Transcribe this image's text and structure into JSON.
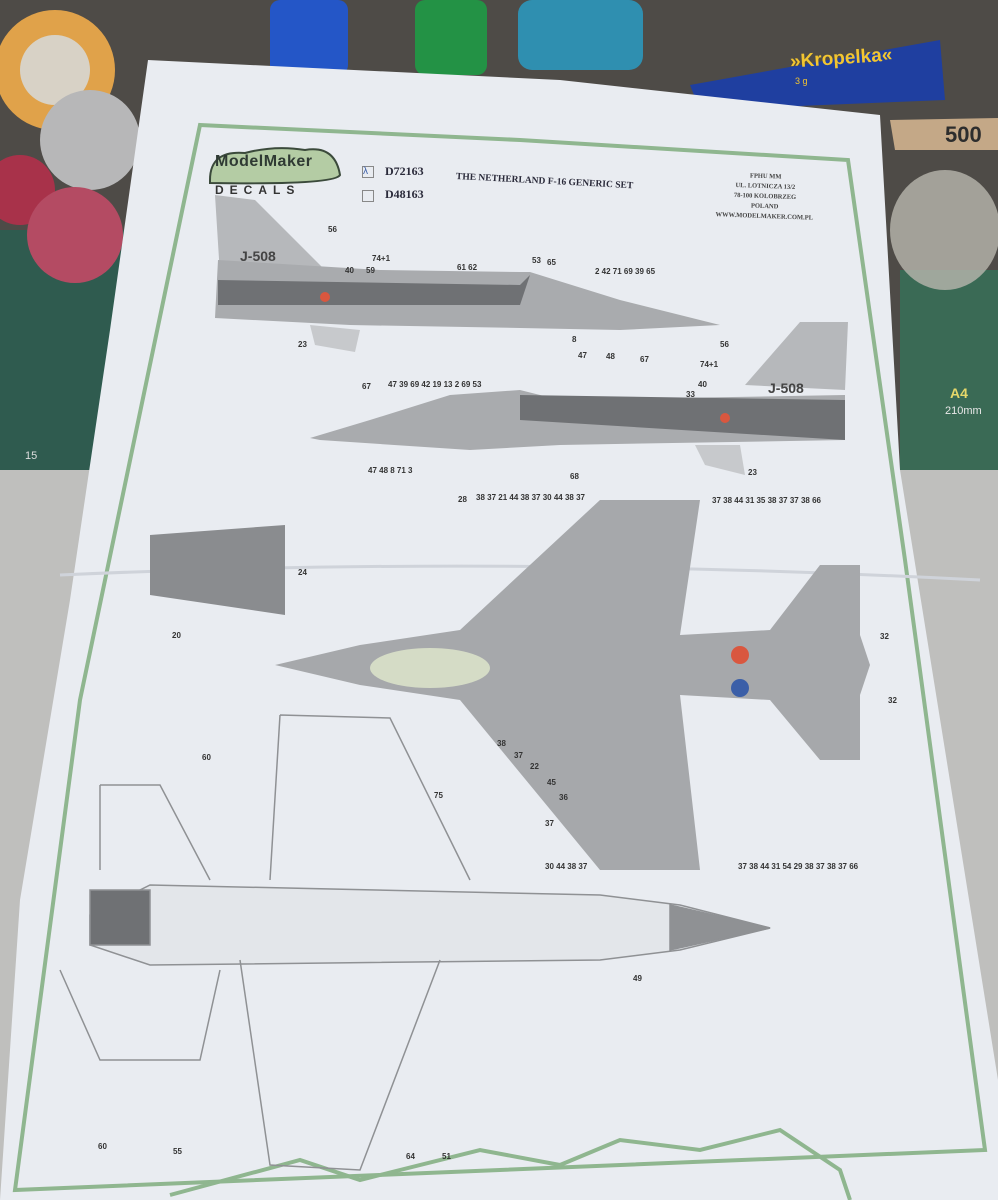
{
  "header": {
    "logo_top": "ModelMaker",
    "logo_bottom": "DECALS",
    "code_1": "D72163",
    "code_2": "D48163",
    "title": "THE NETHERLAND F-16 GENERIC SET",
    "address": [
      "FPHU MM",
      "UL. LOTNICZA 13/2",
      "78-100 KOLOBRZEG",
      "POLAND",
      "WWW.MODELMAKER.COM.PL"
    ]
  },
  "background": {
    "glue_brand": "»Kropelka«",
    "glue_size": "3 g",
    "ruler_mark": "500",
    "mat_label": "A4",
    "mat_size": "210mm",
    "mat_number": "15"
  },
  "aircraft": {
    "serial_1": "J-508",
    "serial_2": "J-508"
  },
  "callouts": {
    "profile_left": [
      "56",
      "74+1",
      "40",
      "59",
      "23",
      "61 62",
      "53",
      "65",
      "2 42 71 69 39 65",
      "8",
      "47",
      "48",
      "67"
    ],
    "profile_right": [
      "56",
      "74+1",
      "40",
      "33",
      "67",
      "47 39 69 42 19 13 2 69 53",
      "47 48 8 71 3",
      "68",
      "23"
    ],
    "top_view": [
      "28",
      "38 37 21 44 38 37 30 44 38 37",
      "37 38 44 31 35 38 37 37 38 66",
      "24",
      "20",
      "32",
      "32",
      "38",
      "37",
      "22",
      "45",
      "36",
      "37",
      "30 44 38 37",
      "37 38 44 31 54 29 38 37 38 37 66"
    ],
    "bottom_view": [
      "60",
      "75",
      "49",
      "60",
      "55",
      "64",
      "51"
    ]
  },
  "colors": {
    "paper": "#e9ecf1",
    "border_green": "#8fb68f",
    "aircraft_gray": "#a9abae",
    "aircraft_dark": "#6f7174",
    "roundel_red": "#d9573f",
    "roundel_blue": "#3b5fa8"
  }
}
